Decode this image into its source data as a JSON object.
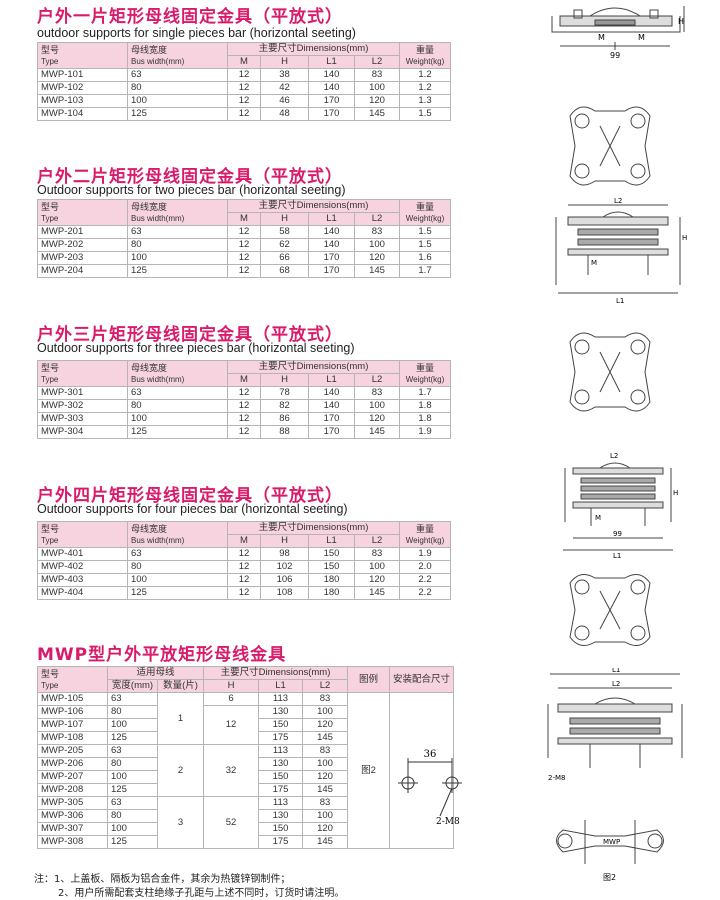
{
  "sections": [
    {
      "title": "户外一片矩形母线固定金具（平放式）",
      "subtitle": "outdoor supports for single pieces bar (horizontal seeting)",
      "rows": [
        [
          "MWP-101",
          "63",
          "12",
          "38",
          "140",
          "83",
          "1.2"
        ],
        [
          "MWP-102",
          "80",
          "12",
          "42",
          "140",
          "100",
          "1.2"
        ],
        [
          "MWP-103",
          "100",
          "12",
          "46",
          "170",
          "120",
          "1.3"
        ],
        [
          "MWP-104",
          "125",
          "12",
          "48",
          "170",
          "145",
          "1.5"
        ]
      ]
    },
    {
      "title": "户外二片矩形母线固定金具（平放式）",
      "subtitle": "Outdoor supports for two pieces bar (horizontal seeting)",
      "rows": [
        [
          "MWP-201",
          "63",
          "12",
          "58",
          "140",
          "83",
          "1.5"
        ],
        [
          "MWP-202",
          "80",
          "12",
          "62",
          "140",
          "100",
          "1.5"
        ],
        [
          "MWP-203",
          "100",
          "12",
          "66",
          "170",
          "120",
          "1.6"
        ],
        [
          "MWP-204",
          "125",
          "12",
          "68",
          "170",
          "145",
          "1.7"
        ]
      ]
    },
    {
      "title": "户外三片矩形母线固定金具（平放式）",
      "subtitle": "Outdoor supports for three pieces bar (horizontal seeting)",
      "rows": [
        [
          "MWP-301",
          "63",
          "12",
          "78",
          "140",
          "83",
          "1.7"
        ],
        [
          "MWP-302",
          "80",
          "12",
          "82",
          "140",
          "100",
          "1.8"
        ],
        [
          "MWP-303",
          "100",
          "12",
          "86",
          "170",
          "120",
          "1.8"
        ],
        [
          "MWP-304",
          "125",
          "12",
          "88",
          "170",
          "145",
          "1.9"
        ]
      ]
    },
    {
      "title": "户外四片矩形母线固定金具（平放式）",
      "subtitle": "Outdoor supports for four pieces bar (horizontal seeting)",
      "rows": [
        [
          "MWP-401",
          "63",
          "12",
          "98",
          "150",
          "83",
          "1.9"
        ],
        [
          "MWP-402",
          "80",
          "12",
          "102",
          "150",
          "100",
          "2.0"
        ],
        [
          "MWP-403",
          "100",
          "12",
          "106",
          "180",
          "120",
          "2.2"
        ],
        [
          "MWP-404",
          "125",
          "12",
          "108",
          "180",
          "145",
          "2.2"
        ]
      ]
    }
  ],
  "table_header": {
    "type_cn": "型号",
    "type_en": "Type",
    "width_cn": "母线宽度",
    "width_en": "Bus width(mm)",
    "dims": "主要尺寸Dimensions(mm)",
    "m": "M",
    "h": "H",
    "l1": "L1",
    "l2": "L2",
    "weight_cn": "重量",
    "weight_en": "Weight(kg)"
  },
  "mwp": {
    "title": "MWP型户外平放矩形母线金具",
    "header": {
      "type_cn": "型号",
      "type_en": "Type",
      "bus": "适用母线",
      "width": "宽度(mm)",
      "count": "数量(片)",
      "dims": "主要尺寸Dimensions(mm)",
      "h": "H",
      "l1": "L1",
      "l2": "L2",
      "fig": "图例",
      "mount": "安装配合尺寸"
    },
    "groups": [
      {
        "count": "1",
        "h_values": [
          "6",
          "12"
        ],
        "rows": [
          [
            "MWP-105",
            "63",
            "113",
            "83"
          ],
          [
            "MWP-106",
            "80",
            "130",
            "100"
          ],
          [
            "MWP-107",
            "100",
            "150",
            "120"
          ],
          [
            "MWP-108",
            "125",
            "175",
            "145"
          ]
        ]
      },
      {
        "count": "2",
        "h_values": [
          "32"
        ],
        "rows": [
          [
            "MWP-205",
            "63",
            "113",
            "83"
          ],
          [
            "MWP-206",
            "80",
            "130",
            "100"
          ],
          [
            "MWP-207",
            "100",
            "150",
            "120"
          ],
          [
            "MWP-208",
            "125",
            "175",
            "145"
          ]
        ]
      },
      {
        "count": "3",
        "h_values": [
          "52"
        ],
        "rows": [
          [
            "MWP-305",
            "63",
            "113",
            "83"
          ],
          [
            "MWP-306",
            "80",
            "130",
            "100"
          ],
          [
            "MWP-307",
            "100",
            "150",
            "120"
          ],
          [
            "MWP-308",
            "125",
            "175",
            "145"
          ]
        ]
      }
    ],
    "fig_label": "图2",
    "mount_dim": "36",
    "mount_bolts": "2-M8"
  },
  "drawing_labels": {
    "h": "H",
    "m": "M",
    "l1": "L1",
    "l2": "L2",
    "d99": "99",
    "bolts": "2-M8",
    "mwp": "MWP",
    "fig2": "图2"
  },
  "notes": [
    "注：1、上盖板、隔板为铝合金件，其余为热镀锌钢制件；",
    "2、用户所需配套支柱绝缘子孔距与上述不同时，订货时请注明。"
  ],
  "colors": {
    "title": "#d81b6a",
    "header_bg": "#f6d3df",
    "border": "#b5b5b5"
  }
}
